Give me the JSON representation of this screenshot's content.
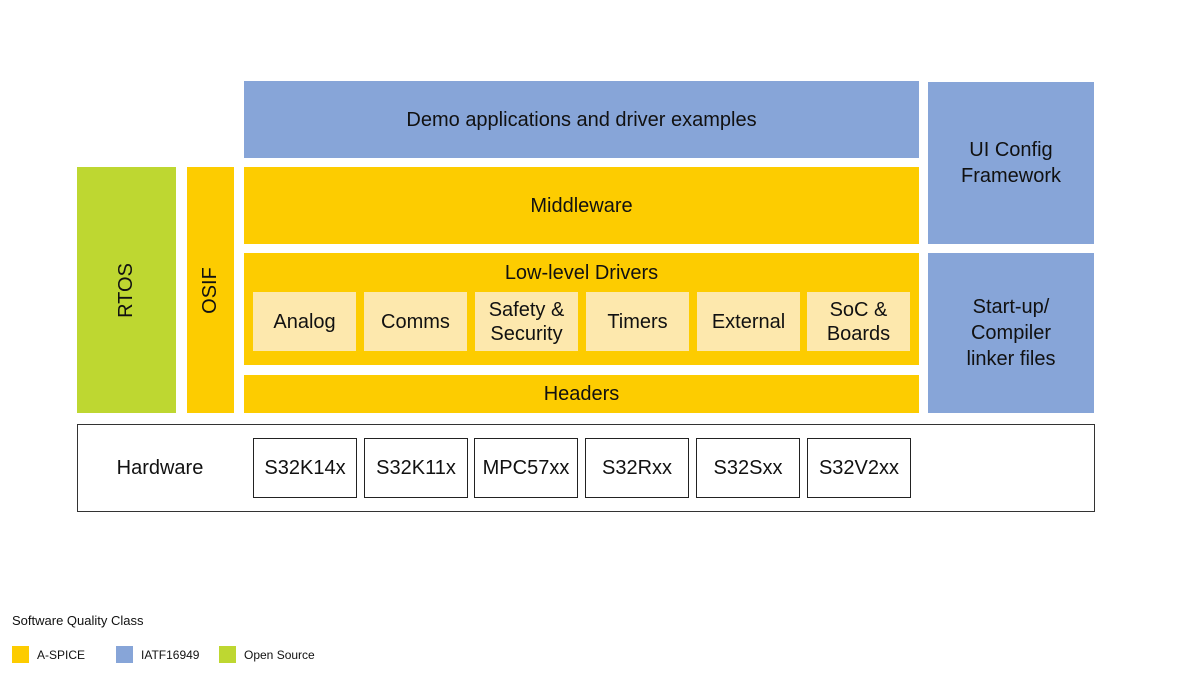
{
  "diagram": {
    "demo": "Demo applications and driver examples",
    "ui_config": "UI Config\nFramework",
    "rtos": "RTOS",
    "osif": "OSIF",
    "middleware": "Middleware",
    "low_level": {
      "title": "Low-level Drivers",
      "modules": [
        "Analog",
        "Comms",
        "Safety &\nSecurity",
        "Timers",
        "External",
        "SoC &\nBoards"
      ]
    },
    "startup": "Start-up/\nCompiler\nlinker files",
    "headers": "Headers",
    "hardware": {
      "label": "Hardware",
      "parts": [
        "S32K14x",
        "S32K11x",
        "MPC57xx",
        "S32Rxx",
        "S32Sxx",
        "S32V2xx"
      ]
    }
  },
  "legend": {
    "title": "Software Quality Class",
    "items": [
      {
        "label": "A-SPICE",
        "color": "#fdcc00"
      },
      {
        "label": "IATF16949",
        "color": "#87a5d8"
      },
      {
        "label": "Open Source",
        "color": "#bed731"
      }
    ]
  },
  "colors": {
    "blue": "#87a5d8",
    "yellow": "#fdcc00",
    "green": "#bed731",
    "pale_yellow": "#fde8ad"
  }
}
